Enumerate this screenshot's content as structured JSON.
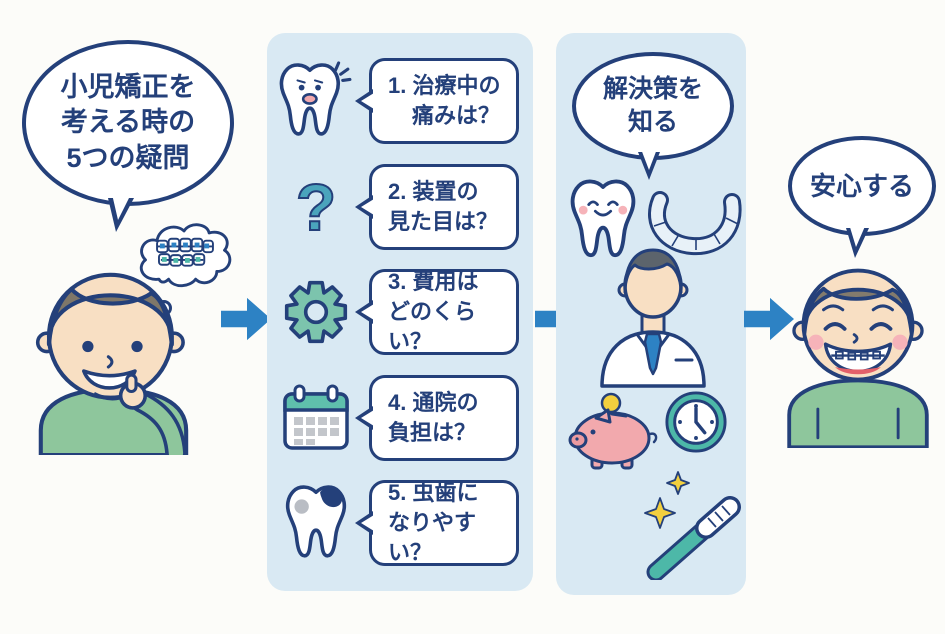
{
  "title": "小児矯正を考える時の5つの疑問 インフォグラフィック",
  "colors": {
    "navy": "#24407a",
    "panel_bg": "#d9e9f3",
    "arrow_blue": "#2d82c4",
    "teal": "#4db8a8",
    "gear_green": "#7cc4ad",
    "shirt_green": "#8ec69c",
    "skin": "#f8dfc3",
    "piggy_pink": "#f2a9ad",
    "coin_yellow": "#f3d03e"
  },
  "left_section": {
    "bubble_line1": "小児矯正を",
    "bubble_line2": "考える時の",
    "bubble_line3": "5つの疑問",
    "thought_icon": "braces-teeth-icon",
    "character": "thinking-boy"
  },
  "questions_panel": {
    "items": [
      {
        "icon": "worried-tooth-icon",
        "line1": "1. 治療中の",
        "line2": "痛みは？"
      },
      {
        "icon": "question-mark-icon",
        "line1": "2. 装置の",
        "line2": "見た目は？"
      },
      {
        "icon": "gear-icon",
        "line1": "3. 費用は",
        "line2": "どのくらい？"
      },
      {
        "icon": "calendar-icon",
        "line1": "4. 通院の",
        "line2": "負担は？"
      },
      {
        "icon": "cavity-tooth-icon",
        "line1": "5. 虫歯に",
        "line2": "なりやすい？"
      }
    ],
    "question_mark_glyph": "?"
  },
  "solutions_panel": {
    "bubble_line1": "解決策を",
    "bubble_line2": "知る",
    "icons": [
      "happy-tooth-icon",
      "aligner-icon",
      "dentist-figure",
      "coin-icon",
      "piggy-bank-icon",
      "clock-icon",
      "sparkle-icon",
      "toothbrush-icon"
    ]
  },
  "right_section": {
    "bubble_text": "安心する",
    "character": "relieved-boy-with-braces"
  }
}
